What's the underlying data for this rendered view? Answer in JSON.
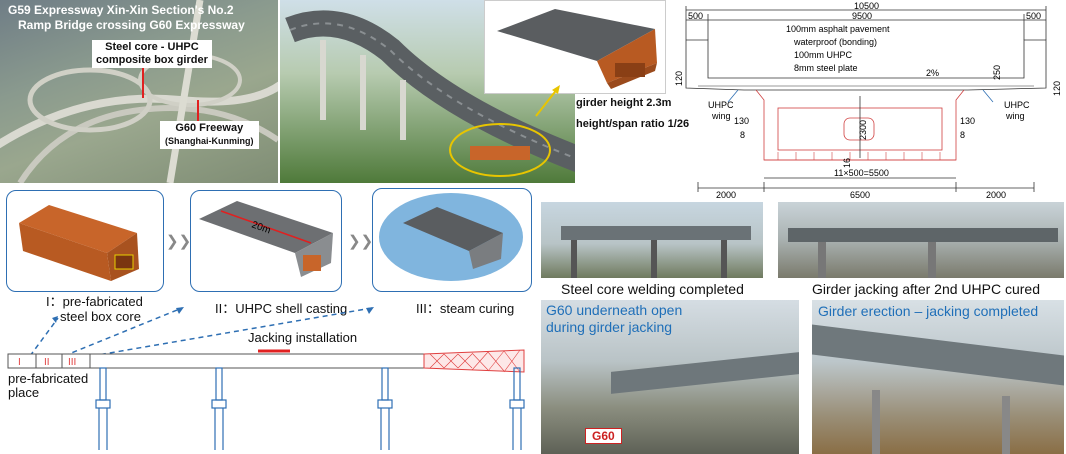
{
  "aerial": {
    "title_line1": "G59 Expressway Xin-Xin Section's No.2",
    "title_line2": "Ramp Bridge crossing G60 Expressway",
    "label_steel_core_1": "Steel core - UHPC",
    "label_steel_core_2": "composite box girder",
    "label_freeway_1": "G60 Freeway",
    "label_freeway_2": "(Shanghai-Kunming)"
  },
  "render": {
    "girder_height": "girder height 2.3m",
    "span_ratio": "height/span ratio 1/26"
  },
  "section": {
    "total_width": "10500",
    "top_500_left": "500",
    "top_9500": "9500",
    "top_500_right": "500",
    "layer1": "100mm asphalt pavement",
    "layer2": "waterproof (bonding)",
    "layer3": "100mm UHPC",
    "layer4": "8mm steel plate",
    "slope": "2%",
    "dim_250": "250",
    "dim_120_left": "120",
    "dim_120_right": "120",
    "wing_left_1": "UHPC",
    "wing_left_2": "wing",
    "wing_right_1": "UHPC",
    "wing_right_2": "wing",
    "dim_130_left": "130",
    "dim_8_left": "8",
    "dim_130_right": "130",
    "dim_8_right": "8",
    "height": "2300",
    "dim_16": "16",
    "stiffeners": "11×500=5500",
    "bottom_2000_left": "2000",
    "bottom_6500": "6500",
    "bottom_2000_right": "2000"
  },
  "process": {
    "step1_label_1": "I：pre-fabricated",
    "step1_label_2": "steel box core",
    "step2_label": "II：UHPC shell casting",
    "step2_len": "20m",
    "step3_label": "III：steam curing",
    "jacking": "Jacking installation",
    "place_1": "pre-fabricated",
    "place_2": "place",
    "seg_I": "I",
    "seg_II": "II",
    "seg_III": "III"
  },
  "photos": {
    "p1": "Steel core welding completed",
    "p2": "Girder jacking after 2nd UHPC cured",
    "p3_1": "G60 underneath open",
    "p3_2": "during  girder jacking",
    "p3_tag": "G60",
    "p4": "Girder erection – jacking completed"
  },
  "colors": {
    "orange": "#c8652a",
    "red_line": "#e04040",
    "blue_dash": "#2e6fb3",
    "caption_blue": "#1f6fb8"
  }
}
